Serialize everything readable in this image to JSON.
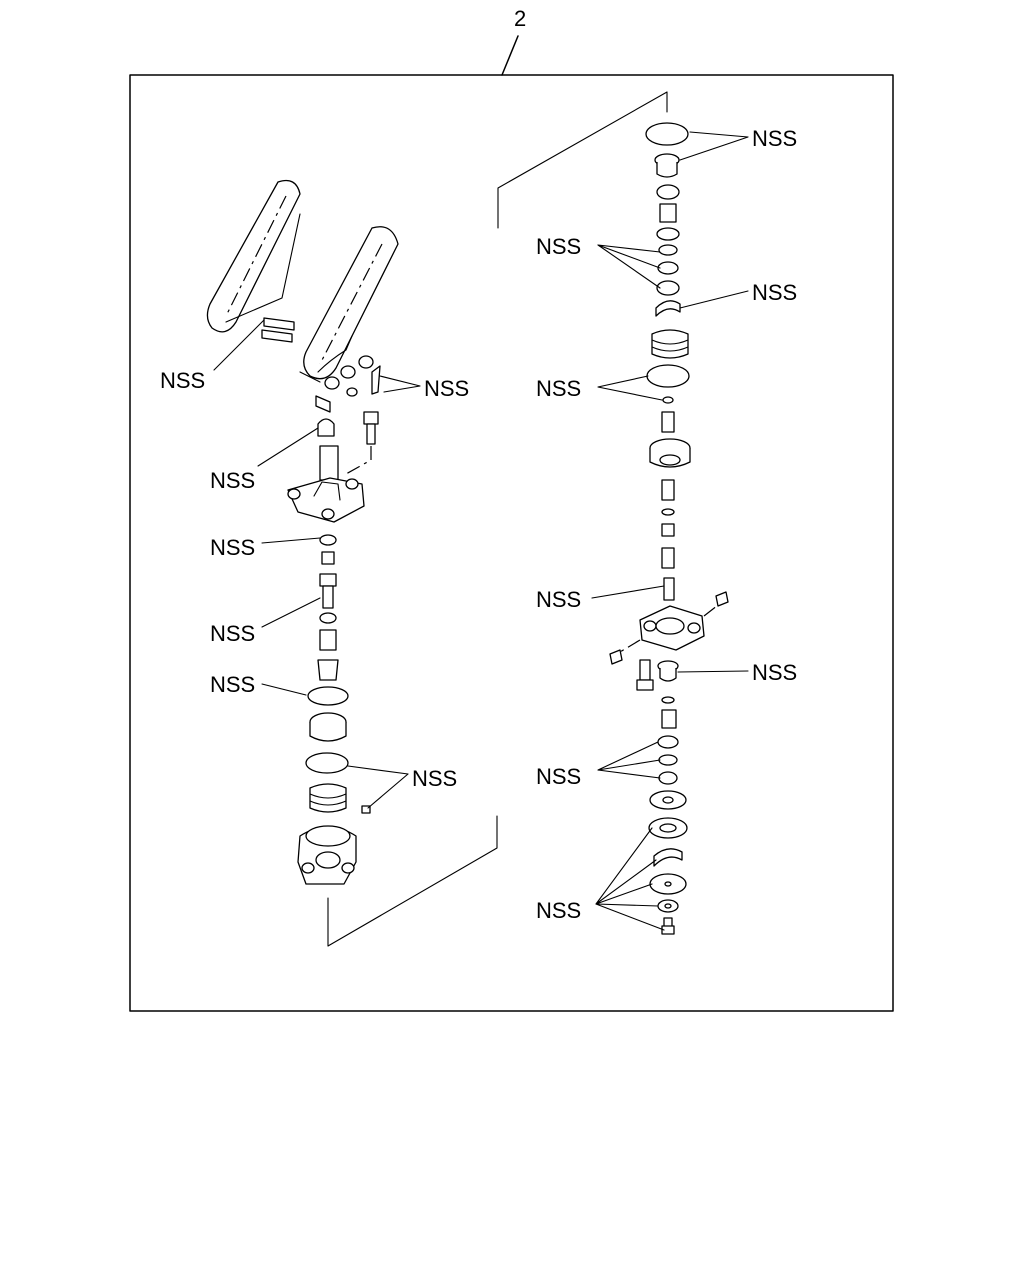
{
  "reference_number": "2",
  "callout_label": "NSS",
  "callouts": [
    {
      "id": "nss-top-right-1",
      "text": "NSS"
    },
    {
      "id": "nss-right-2",
      "text": "NSS"
    },
    {
      "id": "nss-right-3",
      "text": "NSS"
    },
    {
      "id": "nss-right-4",
      "text": "NSS"
    },
    {
      "id": "nss-right-5",
      "text": "NSS"
    },
    {
      "id": "nss-right-6",
      "text": "NSS"
    },
    {
      "id": "nss-right-7",
      "text": "NSS"
    },
    {
      "id": "nss-right-8",
      "text": "NSS"
    },
    {
      "id": "nss-left-pins",
      "text": "NSS"
    },
    {
      "id": "nss-left-cotter",
      "text": "NSS"
    },
    {
      "id": "nss-left-cap",
      "text": "NSS"
    },
    {
      "id": "nss-left-nut",
      "text": "NSS"
    },
    {
      "id": "nss-left-washer",
      "text": "NSS"
    },
    {
      "id": "nss-left-oring",
      "text": "NSS"
    },
    {
      "id": "nss-left-bottom",
      "text": "NSS"
    }
  ]
}
